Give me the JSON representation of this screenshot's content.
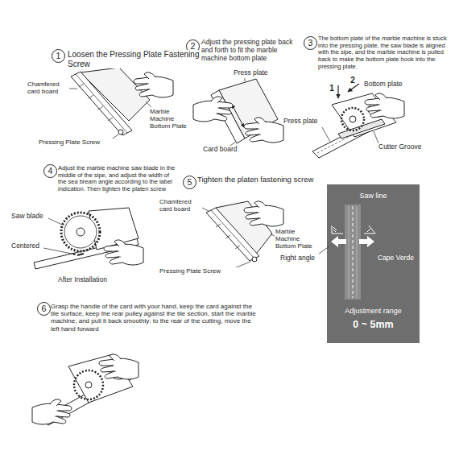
{
  "diagram": {
    "nodes": [
      {
        "text": [
          "1"
        ]
      },
      {
        "text": [
          "2"
        ]
      },
      {
        "text": [
          "3"
        ]
      },
      {
        "text": [
          "4"
        ]
      },
      {
        "text": [
          "5"
        ]
      },
      {
        "text": [
          "Saw line",
          "Adjustment range",
          "0 ~ 5mm"
        ]
      },
      {
        "text": [
          "6"
        ]
      }
    ],
    "labels": [
      "Loosen the Pressing Plate Fastening Screw",
      "Chamfered card board",
      "Marble Machine Bottom Plate",
      "Pressing Plate Screw",
      "Adjust the pressing plate back and forth to fit the marble machine bottom plate",
      "Press plate",
      "Card board",
      "The bottom plate of the marble machine is stuck into the pressing plate, the saw blade is aligned with the sipe, and the marble machine is pulled back to make the bottom plate hook into the pressing plate.",
      "Bottom plate",
      "1",
      "2",
      "Press plate",
      "Cutter Groove",
      "Adjust the marble machine saw blade in the middle of the sipe, and adjust the width of the sea bream angle according to the label indication. Then tighten the platen screw",
      "Saw blade",
      "Centered",
      "After Installation",
      "Tighten the platen fastening screw",
      "Chamfered card board",
      "Marble Machine Bottom Plate",
      "Pressing Plate Screw",
      "Right angle",
      "Cape Verde",
      "Grasp the handle of the card with your hand, keep the card against the tile surface, keep the rear pulley against the tile section, start the marble machine, and pull it back smoothly: to the rear of the cutting, move the left hand forward"
    ]
  }
}
